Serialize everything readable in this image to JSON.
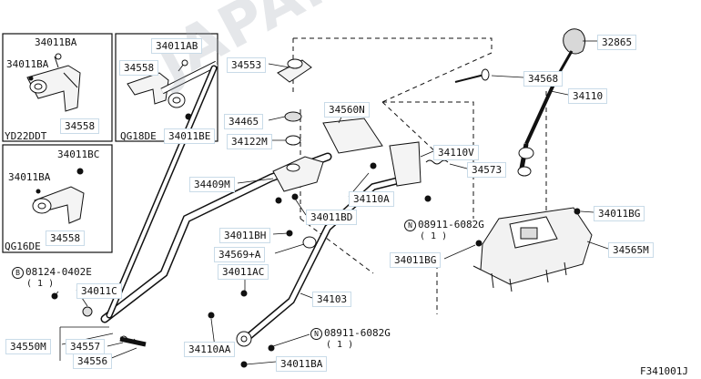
{
  "diagram_code": "F341001J",
  "watermark": "JAPANCATS.RU",
  "insets": {
    "yd22ddt": {
      "engine": "YD22DDT",
      "bolt": "34011BA",
      "nut": "34011BA",
      "bracket": "34558"
    },
    "qg18de": {
      "engine": "QG18DE",
      "bolt": "34011AB",
      "bracket": "34558",
      "nut": "34011BE"
    },
    "qg16de": {
      "engine": "QG16DE",
      "bolt": "34011BC",
      "nut": "34011BA",
      "bracket": "34558"
    }
  },
  "parts": {
    "p32865": "32865",
    "p34568": "34568",
    "p34110": "34110",
    "p34553": "34553",
    "p34560n": "34560N",
    "p34465": "34465",
    "p34122m": "34122M",
    "p34110v": "34110V",
    "p34573": "34573",
    "p34409m": "34409M",
    "p34110a": "34110A",
    "p34011bd": "34011BD",
    "p34011bg_top": "34011BG",
    "p34565m": "34565M",
    "p34011bh": "34011BH",
    "p34569a": "34569+A",
    "p34011bg_mid": "34011BG",
    "p34011ac": "34011AC",
    "p34103": "34103",
    "p34011c": "34011C",
    "p34550m": "34550M",
    "p34557": "34557",
    "p34556": "34556",
    "p34110aa": "34110AA",
    "p34011ba_bottom": "34011BA"
  },
  "callouts": {
    "nut1": {
      "symbol": "N",
      "part": "08911-6082G",
      "qty": "( 1 )"
    },
    "nut2": {
      "symbol": "N",
      "part": "08911-6082G",
      "qty": "( 1 )"
    },
    "bolt1": {
      "symbol": "B",
      "part": "08124-0402E",
      "qty": "( 1 )"
    }
  }
}
